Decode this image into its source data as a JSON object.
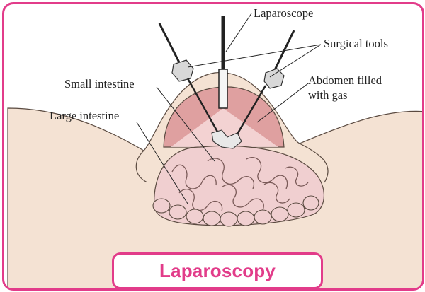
{
  "labels": {
    "laparoscope": "Laparoscope",
    "surgical_tools": "Surgical tools",
    "small_intestine": "Small intestine",
    "abdomen_line1": "Abdomen filled",
    "abdomen_line2": "with gas",
    "large_intestine": "Large intestine"
  },
  "caption": "Laparoscopy",
  "colors": {
    "accent": "#e23c8a",
    "skin": "#f4e2d3",
    "gas_dome": "#dfa0a0",
    "intestine": "#f0cfd0"
  }
}
